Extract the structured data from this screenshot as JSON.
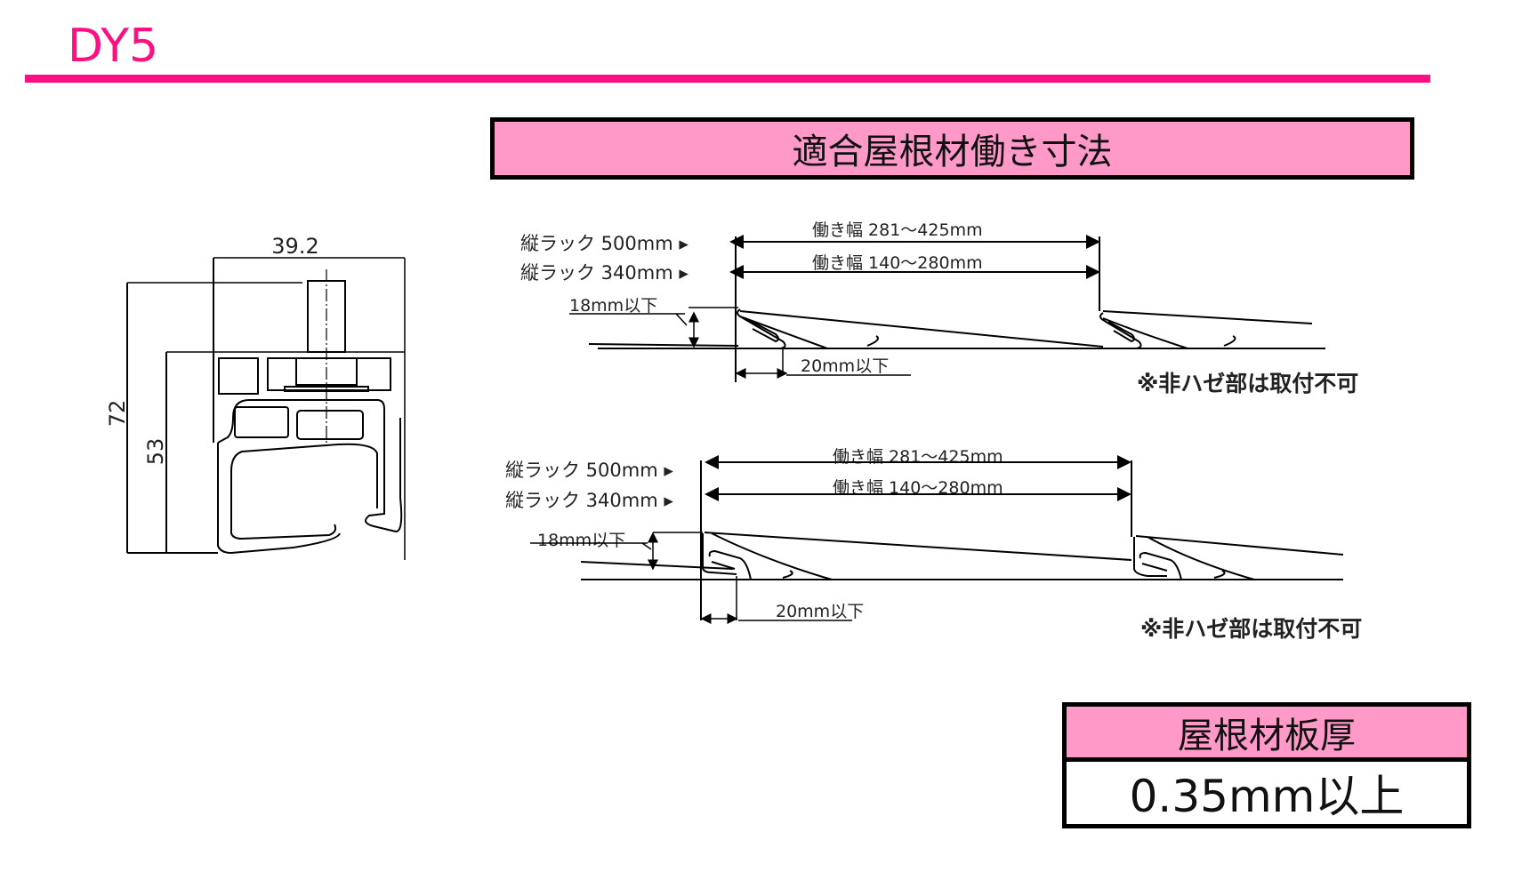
{
  "header": {
    "model_code": "DY5"
  },
  "section_title": "適合屋根材働き寸法",
  "cross_section": {
    "width_dim": "39.2",
    "height_total_dim": "72",
    "height_body_dim": "53"
  },
  "diagrams": [
    {
      "rack_500_label": "縦ラック 500mm ▸",
      "rack_340_label": "縦ラック 340mm ▸",
      "work_width_500": "働き幅 281～425mm",
      "work_width_340": "働き幅 140～280mm",
      "seam_height": "18mm以下",
      "seam_depth": "20mm以下",
      "note": "※非ハゼ部は取付不可"
    },
    {
      "rack_500_label": "縦ラック 500mm ▸",
      "rack_340_label": "縦ラック 340mm ▸",
      "work_width_500": "働き幅 281～425mm",
      "work_width_340": "働き幅 140～280mm",
      "seam_height": "18mm以下",
      "seam_depth": "20mm以下",
      "note": "※非ハゼ部は取付不可"
    }
  ],
  "thickness_table": {
    "header": "屋根材板厚",
    "value": "0.35mm以上"
  },
  "colors": {
    "accent": "#ff0f82",
    "box_fill": "#ff99c8",
    "line": "#000000"
  }
}
